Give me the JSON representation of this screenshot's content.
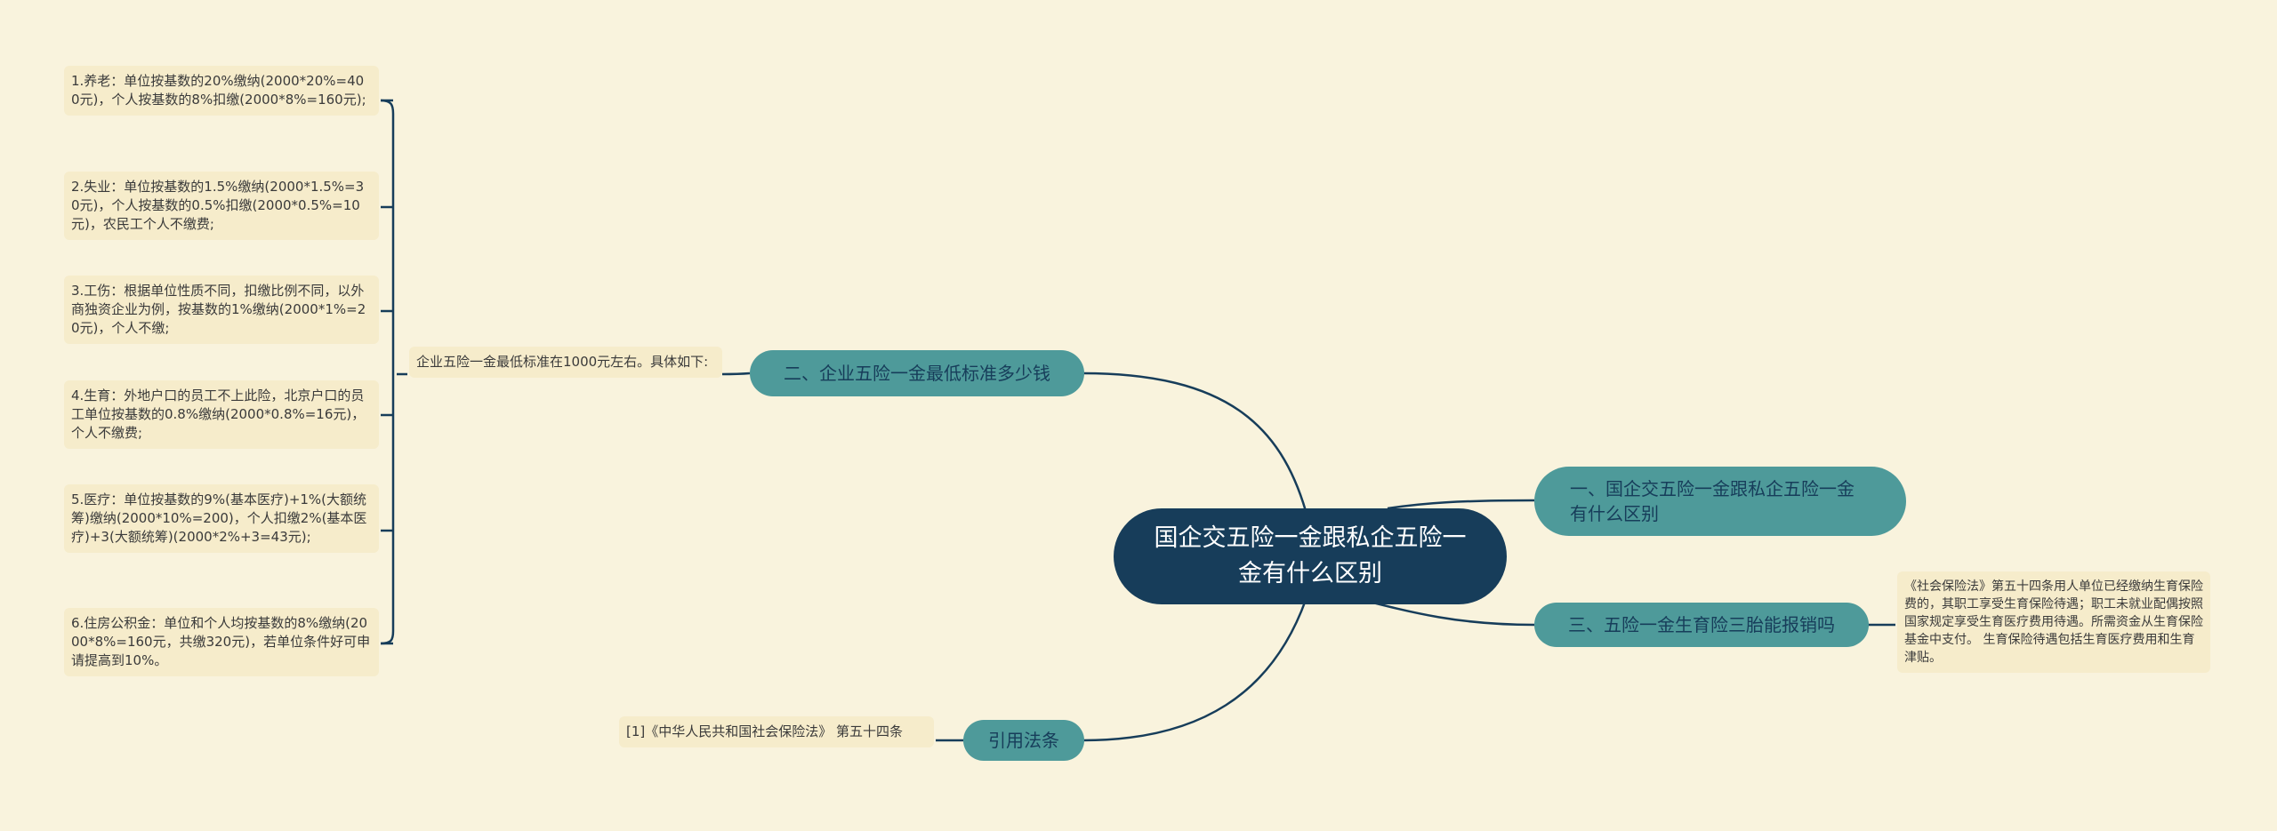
{
  "central": "国企交五险一金跟私企五险一金有什么区别",
  "branches": {
    "min_standard": "二、企业五险一金最低标准多少钱",
    "difference": "一、国企交五险一金跟私企五险一金有什么区别",
    "maternity": "三、五险一金生育险三胎能报销吗",
    "citation": "引用法条"
  },
  "leaves": {
    "min_standard_intro": "企业五险一金最低标准在1000元左右。具体如下:",
    "items": [
      "1.养老：单位按基数的20%缴纳(2000*20%=400元)，个人按基数的8%扣缴(2000*8%=160元);",
      "2.失业：单位按基数的1.5%缴纳(2000*1.5%=30元)，个人按基数的0.5%扣缴(2000*0.5%=10元)，农民工个人不缴费;",
      "3.工伤：根据单位性质不同，扣缴比例不同，以外商独资企业为例，按基数的1%缴纳(2000*1%=20元)，个人不缴;",
      "4.生育：外地户口的员工不上此险，北京户口的员工单位按基数的0.8%缴纳(2000*0.8%=16元)，个人不缴费;",
      "5.医疗：单位按基数的9%(基本医疗)+1%(大额统筹)缴纳(2000*10%=200)，个人扣缴2%(基本医疗)+3(大额统筹)(2000*2%+3=43元);",
      "6.住房公积金：单位和个人均按基数的8%缴纳(2000*8%=160元，共缴320元)，若单位条件好可申请提高到10%。"
    ],
    "maternity_text": "《社会保险法》第五十四条用人单位已经缴纳生育保险费的，其职工享受生育保险待遇；职工未就业配偶按照国家规定享受生育医疗费用待遇。所需资金从生育保险基金中支付。 生育保险待遇包括生育医疗费用和生育津贴。",
    "citation_text": "[1]《中华人民共和国社会保险法》 第五十四条"
  },
  "colors": {
    "background": "#f9f3dd",
    "central": "#173d5a",
    "branch": "#4e9a9a",
    "leaf": "#f6eccb",
    "line": "#173d5a"
  }
}
